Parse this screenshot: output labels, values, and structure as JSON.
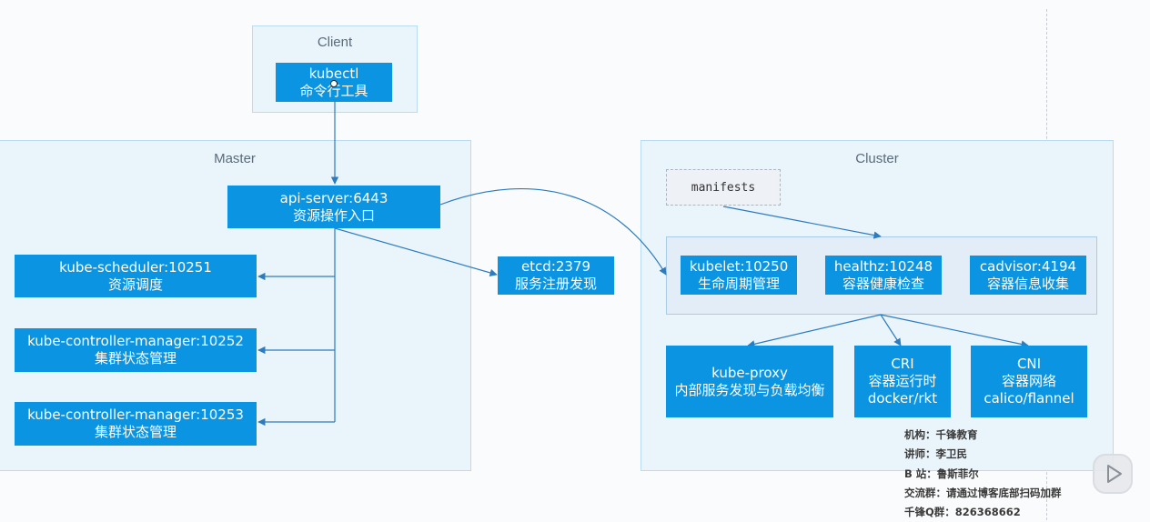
{
  "client": {
    "title": "Client",
    "kubectl": {
      "line1": "kubectl",
      "line2": "命令行工具"
    }
  },
  "master": {
    "title": "Master",
    "api_server": {
      "line1": "api-server:6443",
      "line2": "资源操作入口"
    },
    "scheduler": {
      "line1": "kube-scheduler:10251",
      "line2": "资源调度"
    },
    "controller1": {
      "line1": "kube-controller-manager:10252",
      "line2": "集群状态管理"
    },
    "controller2": {
      "line1": "kube-controller-manager:10253",
      "line2": "集群状态管理"
    }
  },
  "etcd": {
    "line1": "etcd:2379",
    "line2": "服务注册发现"
  },
  "cluster": {
    "title": "Cluster",
    "manifests": "manifests",
    "kubelet": {
      "line1": "kubelet:10250",
      "line2": "生命周期管理"
    },
    "healthz": {
      "line1": "healthz:10248",
      "line2": "容器健康检查"
    },
    "cadvisor": {
      "line1": "cadvisor:4194",
      "line2": "容器信息收集"
    },
    "kube_proxy": {
      "line1": "kube-proxy",
      "line2": "内部服务发现与负载均衡"
    },
    "cri": {
      "line1": "CRI",
      "line2": "容器运行时",
      "line3": "docker/rkt"
    },
    "cni": {
      "line1": "CNI",
      "line2": "容器网络",
      "line3": "calico/flannel"
    }
  },
  "watermark": {
    "org": "机构：千锋教育",
    "teacher": "讲师：李卫民",
    "bilibili": "B 站：鲁斯菲尔",
    "group": "交流群：请通过博客底部扫码加群",
    "qq": "千锋Q群：826368662"
  },
  "colors": {
    "box": "#0a94e2",
    "group_bg": "#eaf4fb",
    "group_border": "#b9dcf2",
    "connector": "#2d7cc0"
  },
  "icons": {
    "play": "play-icon"
  }
}
